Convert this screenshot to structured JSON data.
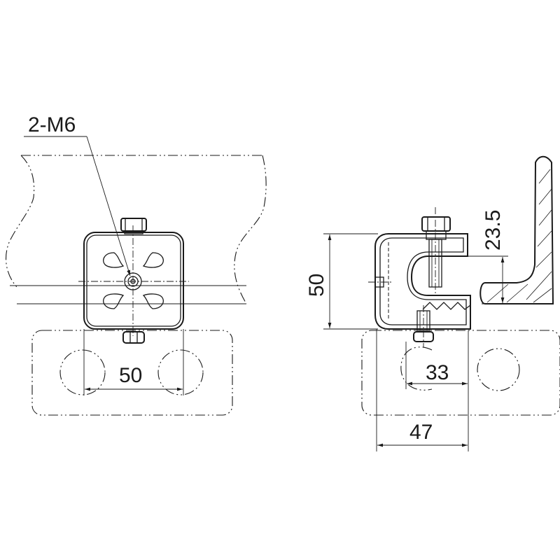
{
  "callout": {
    "label": "2-M6"
  },
  "dimensions": {
    "front_width": "50",
    "side_height": "50",
    "side_offset": "23.5",
    "side_inner_width": "33",
    "side_overall_width": "47"
  }
}
